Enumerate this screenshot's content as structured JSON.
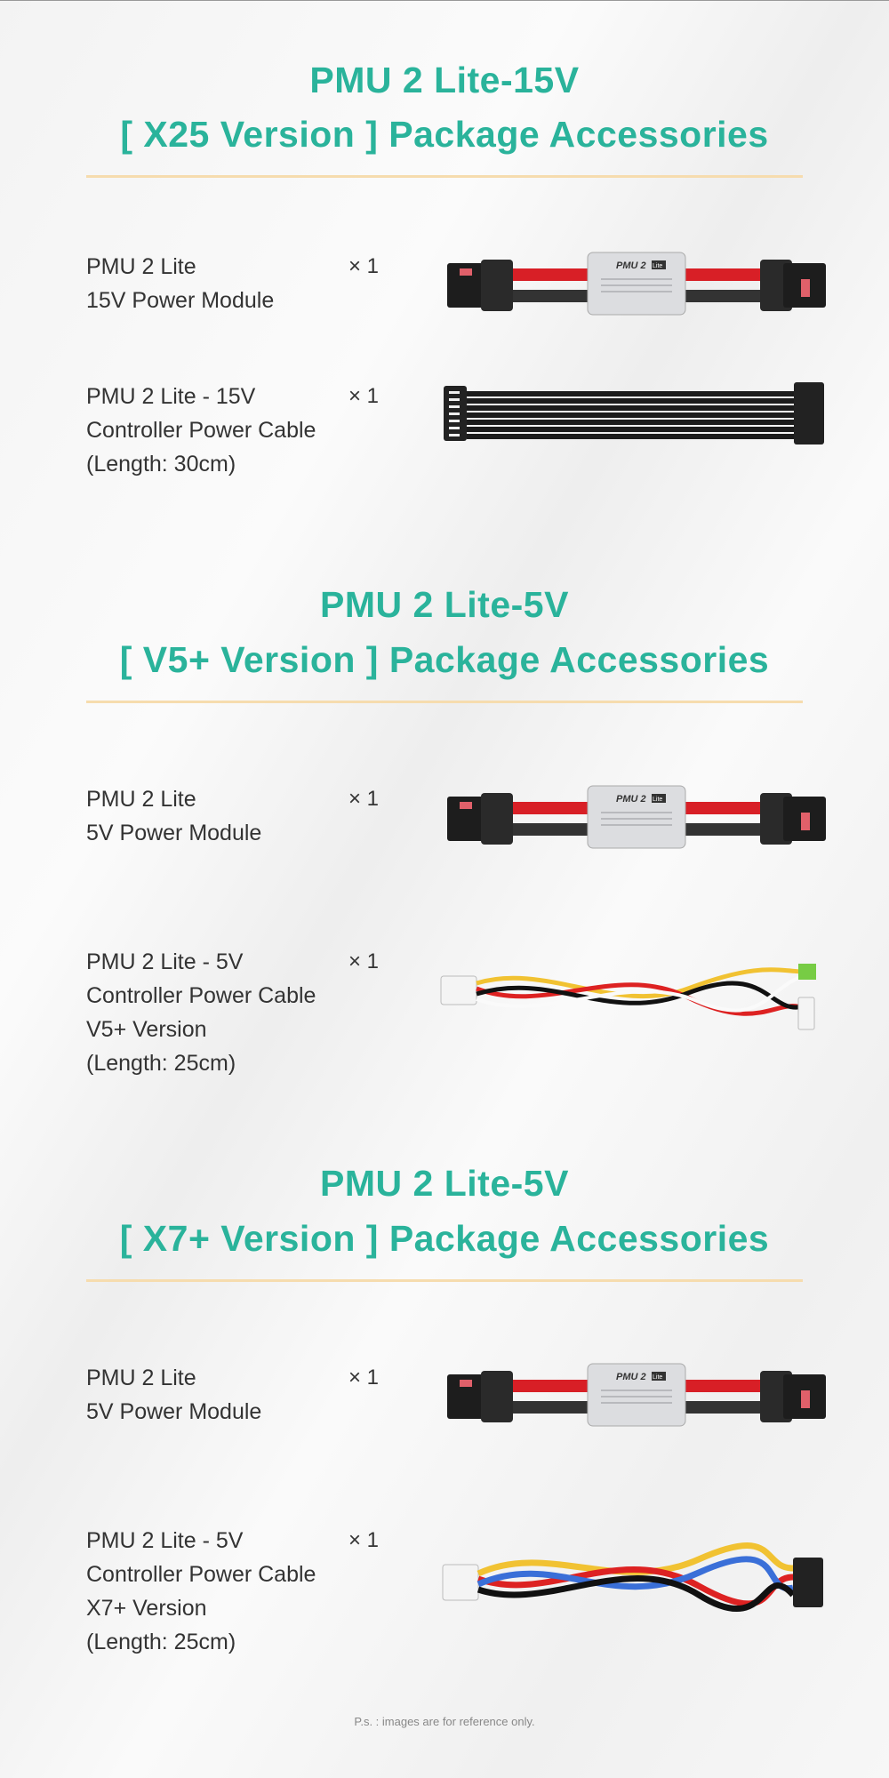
{
  "sections": [
    {
      "title_line1": "PMU 2 Lite-15V",
      "title_line2": "[ X25 Version ] Package Accessories",
      "items": [
        {
          "lines": [
            "PMU 2 Lite",
            "15V Power Module"
          ],
          "qty": "× 1",
          "image": "power-module"
        },
        {
          "lines": [
            "PMU 2 Lite - 15V",
            "Controller Power Cable",
            "(Length:  30cm)"
          ],
          "qty": "× 1",
          "image": "flat-cable"
        }
      ]
    },
    {
      "title_line1": "PMU 2 Lite-5V",
      "title_line2": "[ V5+ Version ] Package Accessories",
      "items": [
        {
          "lines": [
            "PMU 2 Lite",
            "5V Power Module"
          ],
          "qty": "× 1",
          "image": "power-module"
        },
        {
          "lines": [
            "PMU 2 Lite - 5V",
            "Controller Power Cable",
            "V5+ Version",
            "(Length:  25cm)"
          ],
          "qty": "× 1",
          "image": "twisted-cable-v5"
        }
      ]
    },
    {
      "title_line1": "PMU 2 Lite-5V",
      "title_line2": "[ X7+ Version ] Package Accessories",
      "items": [
        {
          "lines": [
            "PMU 2 Lite",
            "5V Power Module"
          ],
          "qty": "× 1",
          "image": "power-module"
        },
        {
          "lines": [
            "PMU 2 Lite - 5V",
            "Controller Power Cable",
            "X7+ Version",
            "(Length:  25cm)"
          ],
          "qty": "× 1",
          "image": "twisted-cable-x7"
        }
      ]
    }
  ],
  "module_label": "PMU 2",
  "module_badge": "Lite",
  "footer": "P.s. : images are for reference only.",
  "colors": {
    "accent": "#2ab39b",
    "divider": "#f6dcae",
    "text": "#333333"
  }
}
